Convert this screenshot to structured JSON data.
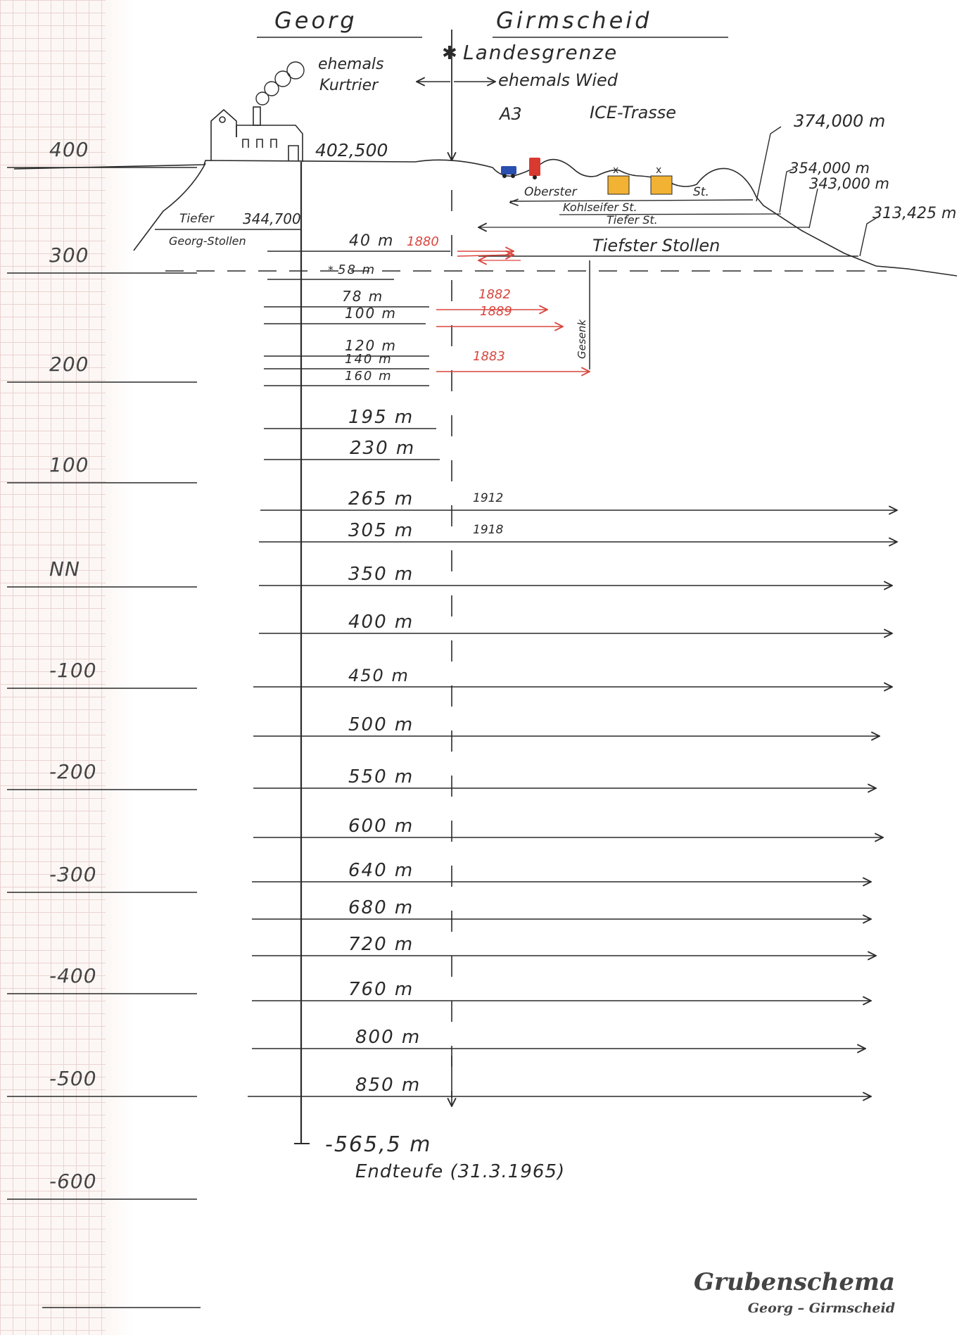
{
  "header": {
    "left_name": "Georg",
    "right_name": "Girmscheid",
    "border_label": "Landesgrenze",
    "left_territory": "ehemals Kurtrier",
    "right_territory": "ehemals Wied",
    "road_label": "A3",
    "rail_label": "ICE-Trasse"
  },
  "surface": {
    "building_elevation": "402,500",
    "right_elevations": [
      "374,000 m",
      "354,000 m",
      "343,000 m",
      "313,425 m"
    ],
    "tiefer_label": "Tiefer",
    "tiefer_elevation": "344,700",
    "georg_stollen": "Georg-Stollen",
    "galleries": [
      "Oberster",
      "Kohlseifer St.",
      "Tiefer St.",
      "St."
    ],
    "tiefster_stollen": "Tiefster Stollen",
    "gesenk": "Gesenk"
  },
  "scale": {
    "labels": [
      "400",
      "300",
      "200",
      "100",
      "NN",
      "-100",
      "-200",
      "-300",
      "-400",
      "-500",
      "-600"
    ]
  },
  "levels": [
    {
      "label": "40 m",
      "year": "1880"
    },
    {
      "label": "58 m",
      "year": ""
    },
    {
      "label": "78 m",
      "year": "1882"
    },
    {
      "label": "100 m",
      "year": "1889"
    },
    {
      "label": "120 m",
      "year": ""
    },
    {
      "label": "140 m",
      "year": "1883"
    },
    {
      "label": "160 m",
      "year": ""
    },
    {
      "label": "195 m",
      "year": ""
    },
    {
      "label": "230 m",
      "year": ""
    },
    {
      "label": "265 m",
      "year": "1912"
    },
    {
      "label": "305 m",
      "year": "1918"
    },
    {
      "label": "350 m",
      "year": ""
    },
    {
      "label": "400 m",
      "year": ""
    },
    {
      "label": "450 m",
      "year": ""
    },
    {
      "label": "500 m",
      "year": ""
    },
    {
      "label": "550 m",
      "year": ""
    },
    {
      "label": "600 m",
      "year": ""
    },
    {
      "label": "640 m",
      "year": ""
    },
    {
      "label": "680 m",
      "year": ""
    },
    {
      "label": "720 m",
      "year": ""
    },
    {
      "label": "760 m",
      "year": ""
    },
    {
      "label": "800 m",
      "year": ""
    },
    {
      "label": "850 m",
      "year": ""
    }
  ],
  "bottom": {
    "depth": "-565,5 m",
    "endteufe": "Endteufe (31.3.1965)"
  },
  "title": {
    "main": "Grubenschema",
    "sub": "Georg – Girmscheid"
  },
  "colors": {
    "ink": "#2a2a2a",
    "red": "#d9453d",
    "gridline": "#e9d3cf",
    "cart_yellow": "#f2b233",
    "car_blue": "#2a4fb0",
    "car_red": "#d93a30"
  }
}
